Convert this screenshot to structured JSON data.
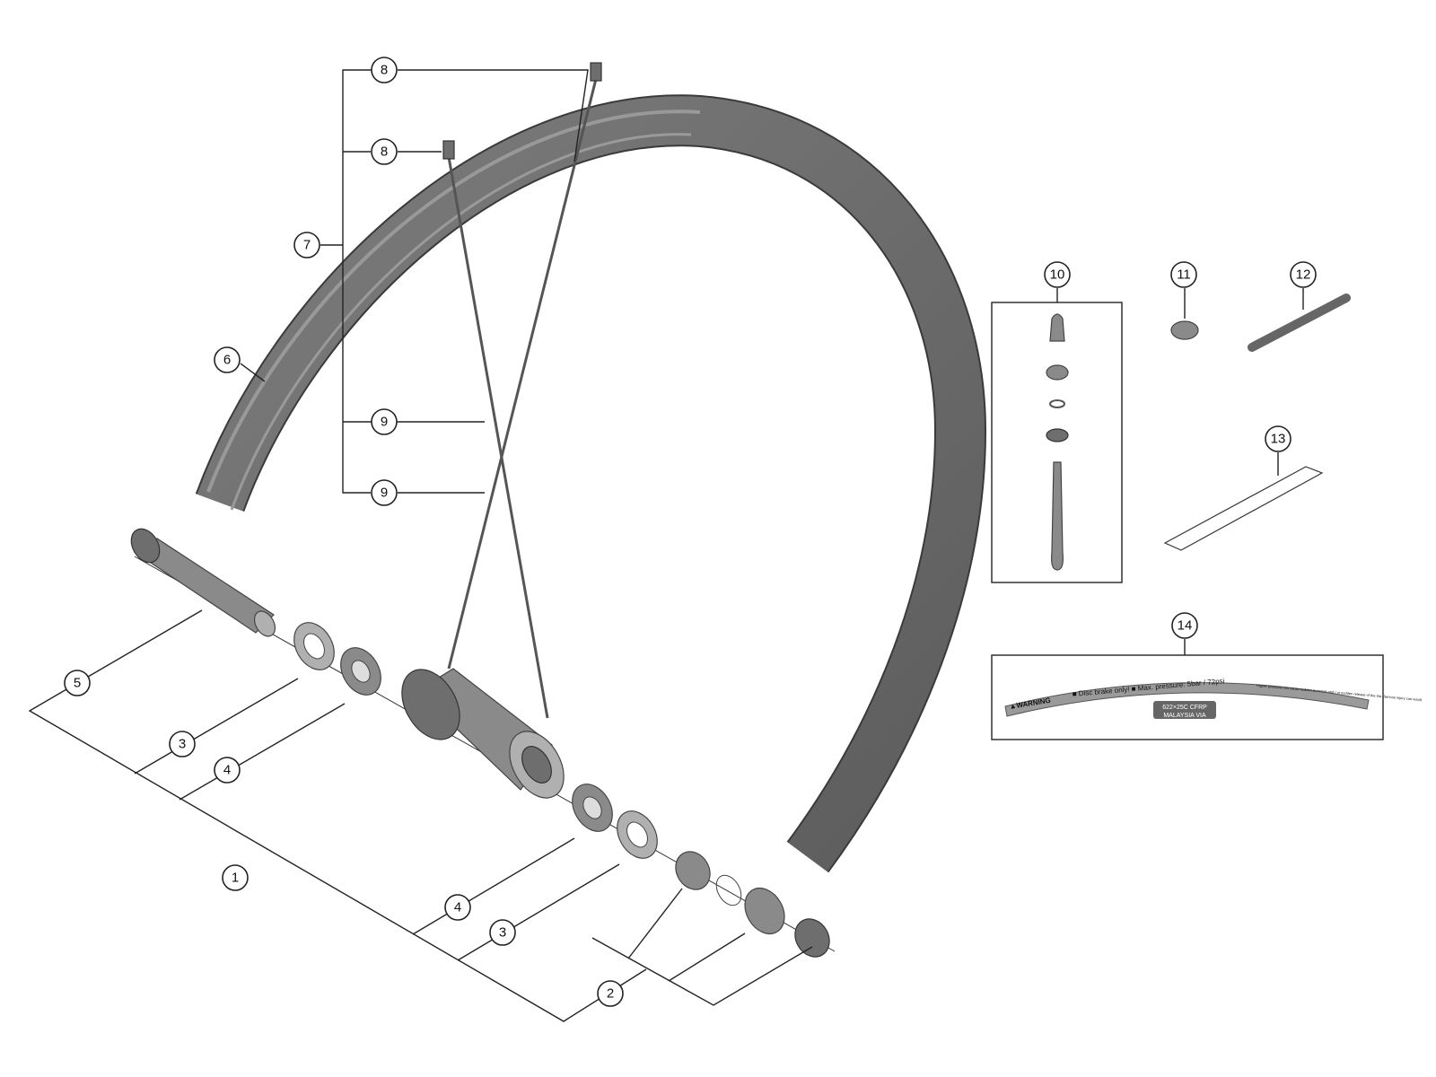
{
  "callouts": {
    "c1": "1",
    "c2": "2",
    "c3a": "3",
    "c3b": "3",
    "c4a": "4",
    "c4b": "4",
    "c5": "5",
    "c6": "6",
    "c7": "7",
    "c8a": "8",
    "c8b": "8",
    "c9a": "9",
    "c9b": "9",
    "c10": "10",
    "c11": "11",
    "c12": "12",
    "c13": "13",
    "c14": "14"
  },
  "decal": {
    "warning": "WARNING",
    "main": "■ Disc brake only! ■ Max. pressure: 5bar / 72psi",
    "fine": "Higher pressure can cause sudden puncture and / or sudden release of the tire. Serious injury can result.",
    "spec1": "622×25C CFRP",
    "spec2": "MALAYSIA  VIA"
  }
}
